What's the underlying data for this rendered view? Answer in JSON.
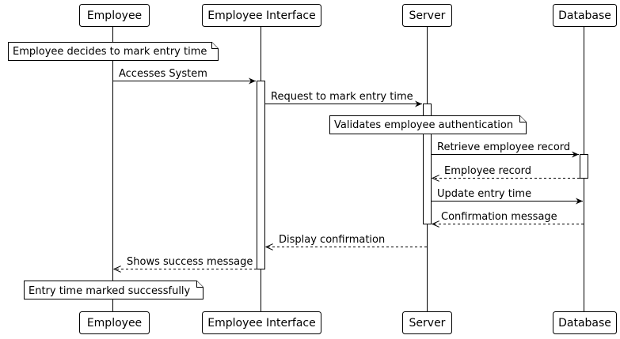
{
  "participants": [
    {
      "id": "employee",
      "label": "Employee"
    },
    {
      "id": "interface",
      "label": "Employee Interface"
    },
    {
      "id": "server",
      "label": "Server"
    },
    {
      "id": "database",
      "label": "Database"
    }
  ],
  "notes": {
    "start": "Employee decides to mark entry time",
    "validate": "Validates employee authentication",
    "end": "Entry time marked successfully"
  },
  "messages": [
    {
      "id": "m1",
      "label": "Accesses System",
      "kind": "sync"
    },
    {
      "id": "m2",
      "label": "Request to mark entry time",
      "kind": "sync"
    },
    {
      "id": "m3",
      "label": "Retrieve employee record",
      "kind": "sync"
    },
    {
      "id": "m4",
      "label": "Employee record",
      "kind": "return"
    },
    {
      "id": "m5",
      "label": "Update entry time",
      "kind": "sync"
    },
    {
      "id": "m6",
      "label": "Confirmation message",
      "kind": "return"
    },
    {
      "id": "m7",
      "label": "Display confirmation",
      "kind": "return"
    },
    {
      "id": "m8",
      "label": "Shows success message",
      "kind": "return"
    }
  ]
}
